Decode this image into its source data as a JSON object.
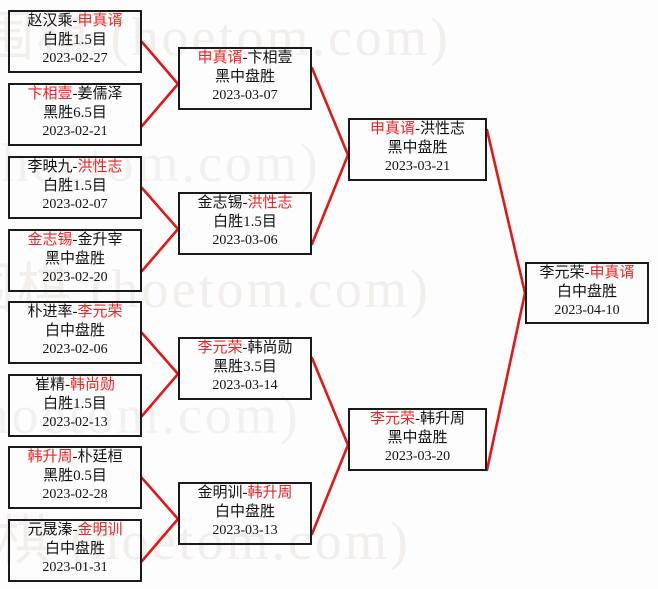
{
  "page": {
    "title": "围棋 (hoetom.com)",
    "watermark_text": "围棋 (hoetom.com)",
    "colors": {
      "winner": "#ee2222",
      "text": "#111111",
      "connector": "#e01818",
      "box_border": "#1a1a1a",
      "background": "#fdfdfd",
      "watermark": "#f1eeec"
    }
  },
  "bracket": {
    "rounds": [
      {
        "name": "round-1",
        "matches": [
          {
            "left": "赵汉乘",
            "right": "申真谞",
            "winner": "right",
            "result": "白胜1.5目",
            "date": "2023-02-27"
          },
          {
            "left": "卞相壹",
            "right": "姜儒泽",
            "winner": "left",
            "result": "黑胜6.5目",
            "date": "2023-02-21"
          },
          {
            "left": "李映九",
            "right": "洪性志",
            "winner": "right",
            "result": "白胜1.5目",
            "date": "2023-02-07"
          },
          {
            "left": "金志锡",
            "right": "金升宰",
            "winner": "left",
            "result": "黑中盘胜",
            "date": "2023-02-20"
          },
          {
            "left": "朴进率",
            "right": "李元荣",
            "winner": "right",
            "result": "白中盘胜",
            "date": "2023-02-06"
          },
          {
            "left": "崔精",
            "right": "韩尚勋",
            "winner": "right",
            "result": "白胜1.5目",
            "date": "2023-02-13"
          },
          {
            "left": "韩升周",
            "right": "朴廷桓",
            "winner": "left",
            "result": "黑胜0.5目",
            "date": "2023-02-28"
          },
          {
            "left": "元晟溱",
            "right": "金明训",
            "winner": "right",
            "result": "白中盘胜",
            "date": "2023-01-31"
          }
        ]
      },
      {
        "name": "round-2",
        "matches": [
          {
            "left": "申真谞",
            "right": "卞相壹",
            "winner": "left",
            "result": "黑中盘胜",
            "date": "2023-03-07"
          },
          {
            "left": "金志锡",
            "right": "洪性志",
            "winner": "right",
            "result": "白胜1.5目",
            "date": "2023-03-06"
          },
          {
            "left": "李元荣",
            "right": "韩尚勋",
            "winner": "left",
            "result": "黑胜3.5目",
            "date": "2023-03-14"
          },
          {
            "left": "金明训",
            "right": "韩升周",
            "winner": "right",
            "result": "白中盘胜",
            "date": "2023-03-13"
          }
        ]
      },
      {
        "name": "semifinal",
        "matches": [
          {
            "left": "申真谞",
            "right": "洪性志",
            "winner": "left",
            "result": "黑中盘胜",
            "date": "2023-03-21"
          },
          {
            "left": "李元荣",
            "right": "韩升周",
            "winner": "left",
            "result": "黑中盘胜",
            "date": "2023-03-20"
          }
        ]
      },
      {
        "name": "final",
        "matches": [
          {
            "left": "李元荣",
            "right": "申真谞",
            "winner": "right",
            "result": "白中盘胜",
            "date": "2023-04-10"
          }
        ]
      }
    ]
  }
}
